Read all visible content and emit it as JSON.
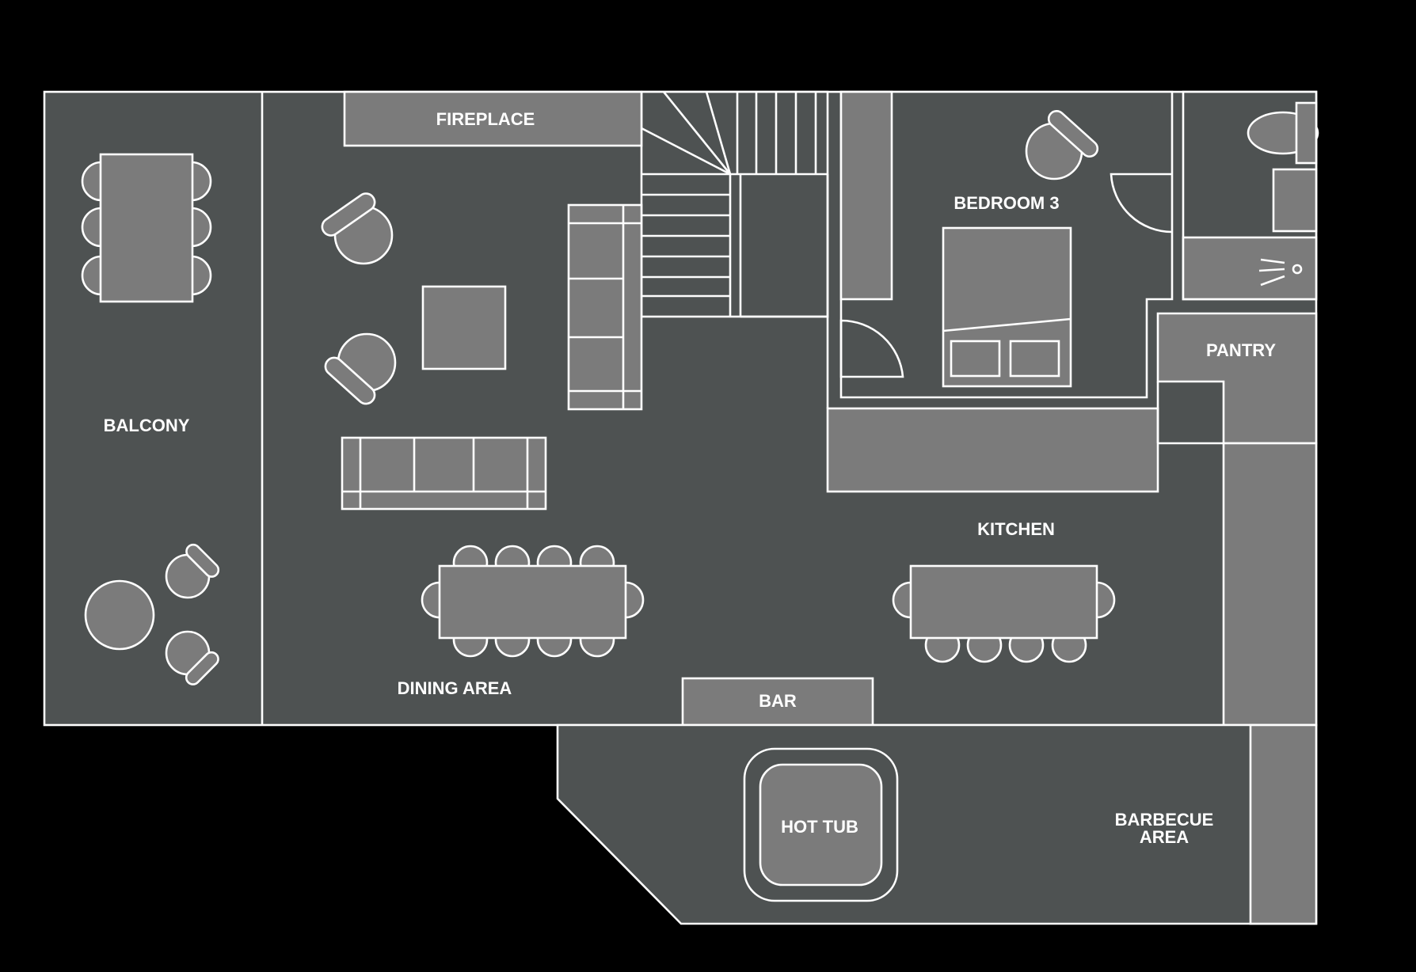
{
  "labels": {
    "fireplace": "FIREPLACE",
    "bedroom_3": "BEDROOM 3",
    "balcony": "BALCONY",
    "pantry": "PANTRY",
    "kitchen": "KITCHEN",
    "dining_area": "DINING AREA",
    "bar": "BAR",
    "hot_tub": "HOT TUB",
    "barbecue_line1": "BARBECUE",
    "barbecue_line2": "AREA"
  },
  "colors": {
    "background": "#000000",
    "floor": "#4e5252",
    "furniture": "#7b7b7b",
    "outline": "#ffffff"
  }
}
